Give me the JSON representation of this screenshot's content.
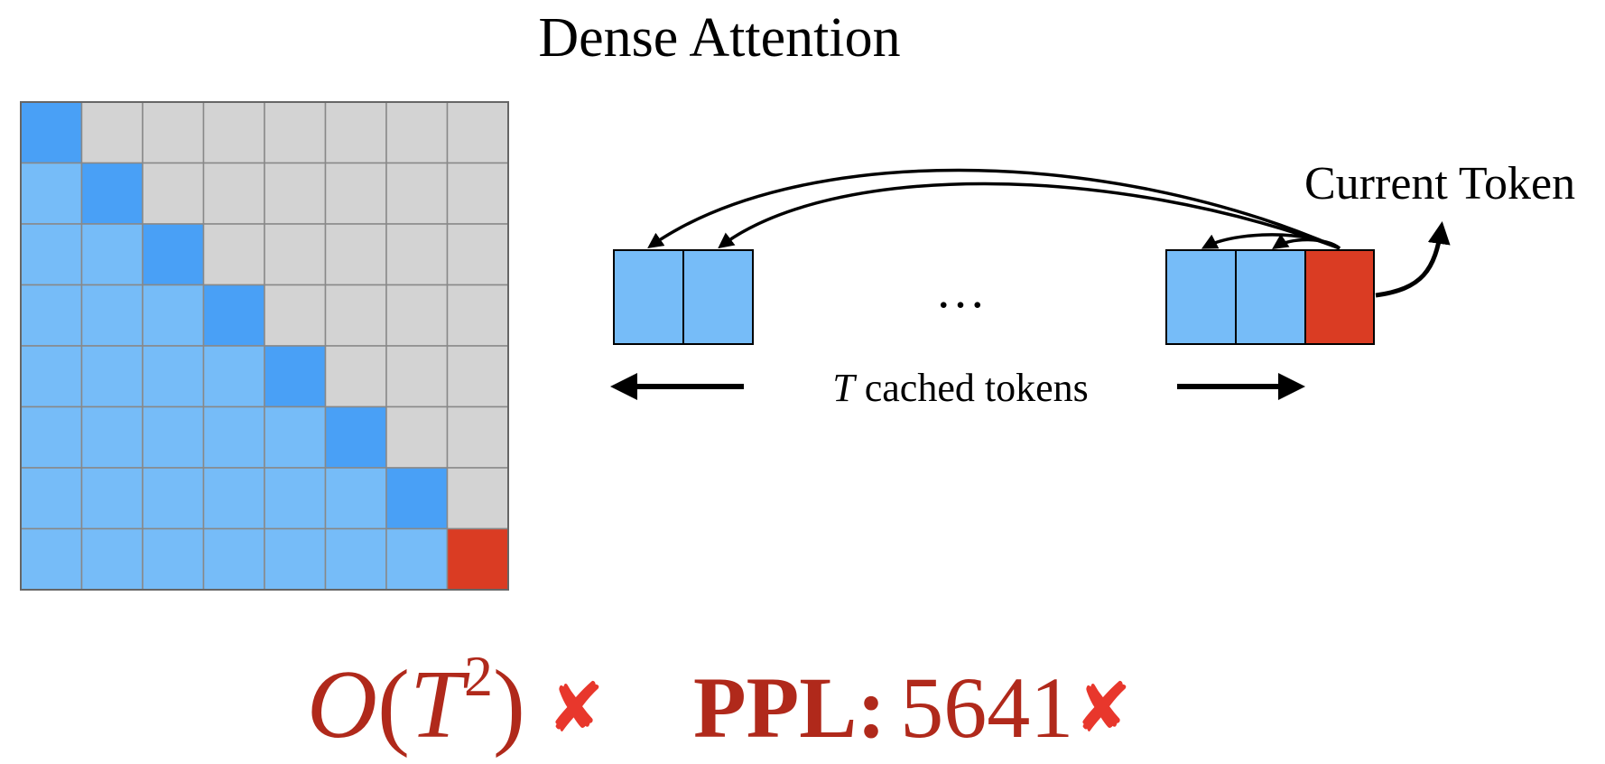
{
  "title": "Dense Attention",
  "matrix": {
    "size": 8,
    "colors": {
      "masked": "#d3d3d3",
      "attended": "#76bcf8",
      "diagonal": "#49a0f6",
      "current": "#da3c23",
      "gridline": "#888888"
    }
  },
  "cache": {
    "ellipsis": "…",
    "current_token_label": "Current Token",
    "span_label_var": "T",
    "span_label_rest": " cached tokens",
    "colors": {
      "cached": "#76bcf8",
      "current": "#da3c23"
    }
  },
  "footer": {
    "complexity_o": "O",
    "complexity_paren_open": "(",
    "complexity_var": "T",
    "complexity_exp": "2",
    "complexity_paren_close": ")",
    "ppl_label": "PPL:",
    "ppl_value": "5641",
    "fail_mark": "✘",
    "color": "#b0291b",
    "fail_color": "#e8372c"
  }
}
